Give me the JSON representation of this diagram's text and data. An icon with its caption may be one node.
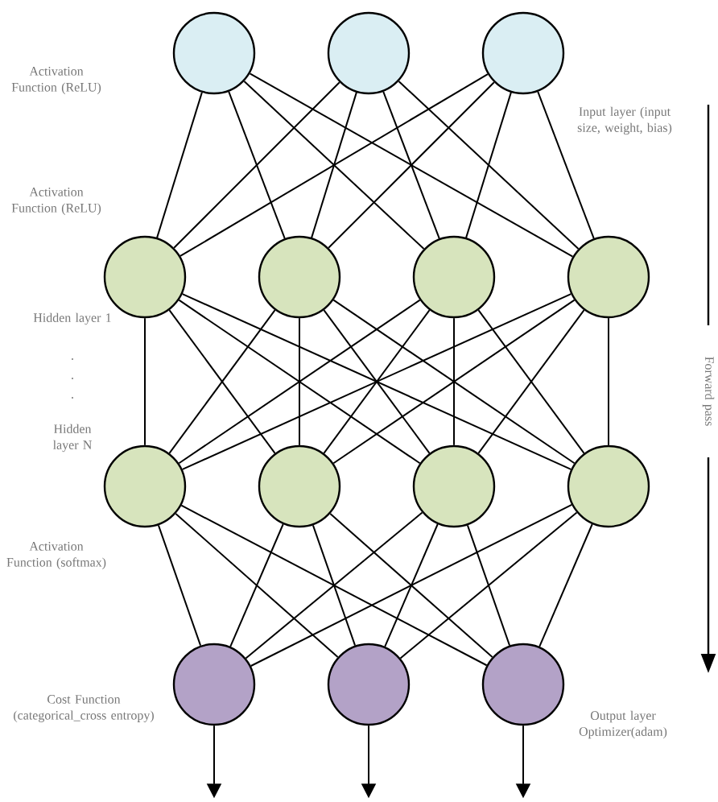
{
  "diagram": {
    "nodes": [
      {
        "text": [],
        "shape": "circle"
      },
      {
        "text": [],
        "shape": "circle"
      },
      {
        "text": [],
        "shape": "circle"
      },
      {
        "text": [],
        "shape": "circle"
      },
      {
        "text": [],
        "shape": "circle"
      },
      {
        "text": [],
        "shape": "circle"
      },
      {
        "text": [],
        "shape": "circle"
      },
      {
        "text": [],
        "shape": "circle"
      },
      {
        "text": [],
        "shape": "circle"
      },
      {
        "text": [],
        "shape": "circle"
      },
      {
        "text": [],
        "shape": "circle"
      },
      {
        "text": [],
        "shape": "circle"
      },
      {
        "text": [],
        "shape": "circle"
      },
      {
        "text": [],
        "shape": "circle"
      }
    ],
    "edges": [
      {
        "from": 0,
        "to": 3,
        "arrow": "none"
      },
      {
        "from": 0,
        "to": 4,
        "arrow": "none"
      },
      {
        "from": 0,
        "to": 5,
        "arrow": "none"
      },
      {
        "from": 0,
        "to": 6,
        "arrow": "none"
      },
      {
        "from": 1,
        "to": 3,
        "arrow": "none"
      },
      {
        "from": 1,
        "to": 4,
        "arrow": "none"
      },
      {
        "from": 1,
        "to": 5,
        "arrow": "none"
      },
      {
        "from": 1,
        "to": 6,
        "arrow": "none"
      },
      {
        "from": 2,
        "to": 3,
        "arrow": "none"
      },
      {
        "from": 2,
        "to": 4,
        "arrow": "none"
      },
      {
        "from": 2,
        "to": 5,
        "arrow": "none"
      },
      {
        "from": 2,
        "to": 6,
        "arrow": "none"
      },
      {
        "from": 3,
        "to": 7,
        "arrow": "none"
      },
      {
        "from": 3,
        "to": 8,
        "arrow": "none"
      },
      {
        "from": 3,
        "to": 9,
        "arrow": "none"
      },
      {
        "from": 3,
        "to": 10,
        "arrow": "none"
      },
      {
        "from": 4,
        "to": 7,
        "arrow": "none"
      },
      {
        "from": 4,
        "to": 8,
        "arrow": "none"
      },
      {
        "from": 4,
        "to": 9,
        "arrow": "none"
      },
      {
        "from": 4,
        "to": 10,
        "arrow": "none"
      },
      {
        "from": 5,
        "to": 7,
        "arrow": "none"
      },
      {
        "from": 5,
        "to": 8,
        "arrow": "none"
      },
      {
        "from": 5,
        "to": 9,
        "arrow": "none"
      },
      {
        "from": 5,
        "to": 10,
        "arrow": "none"
      },
      {
        "from": 6,
        "to": 7,
        "arrow": "none"
      },
      {
        "from": 6,
        "to": 8,
        "arrow": "none"
      },
      {
        "from": 6,
        "to": 9,
        "arrow": "none"
      },
      {
        "from": 6,
        "to": 10,
        "arrow": "none"
      },
      {
        "from": 7,
        "to": 11,
        "arrow": "none"
      },
      {
        "from": 7,
        "to": 12,
        "arrow": "none"
      },
      {
        "from": 7,
        "to": 13,
        "arrow": "none"
      },
      {
        "from": 8,
        "to": 11,
        "arrow": "none"
      },
      {
        "from": 8,
        "to": 12,
        "arrow": "none"
      },
      {
        "from": 8,
        "to": 13,
        "arrow": "none"
      },
      {
        "from": 9,
        "to": 11,
        "arrow": "none"
      },
      {
        "from": 9,
        "to": 12,
        "arrow": "none"
      },
      {
        "from": 9,
        "to": 13,
        "arrow": "none"
      },
      {
        "from": 10,
        "to": 11,
        "arrow": "none"
      },
      {
        "from": 10,
        "to": 12,
        "arrow": "none"
      },
      {
        "from": 10,
        "to": 13,
        "arrow": "none"
      },
      {
        "from": 11,
        "to": null,
        "arrow": "to"
      },
      {
        "from": 12,
        "to": null,
        "arrow": "to"
      },
      {
        "from": 13,
        "to": null,
        "arrow": "to"
      }
    ],
    "labels": [
      "Activation Function (ReLU)",
      "Input layer (input size, weight, bias)",
      "Activation Function (ReLU)",
      "Hidden layer 1",
      ".",
      ".",
      ".",
      "Hidden layer N",
      "Forward pass",
      "Activation Function (softmax)",
      "Cost Function (categorical_cross entropy)",
      "Output layer Optimizer(adam)"
    ]
  }
}
